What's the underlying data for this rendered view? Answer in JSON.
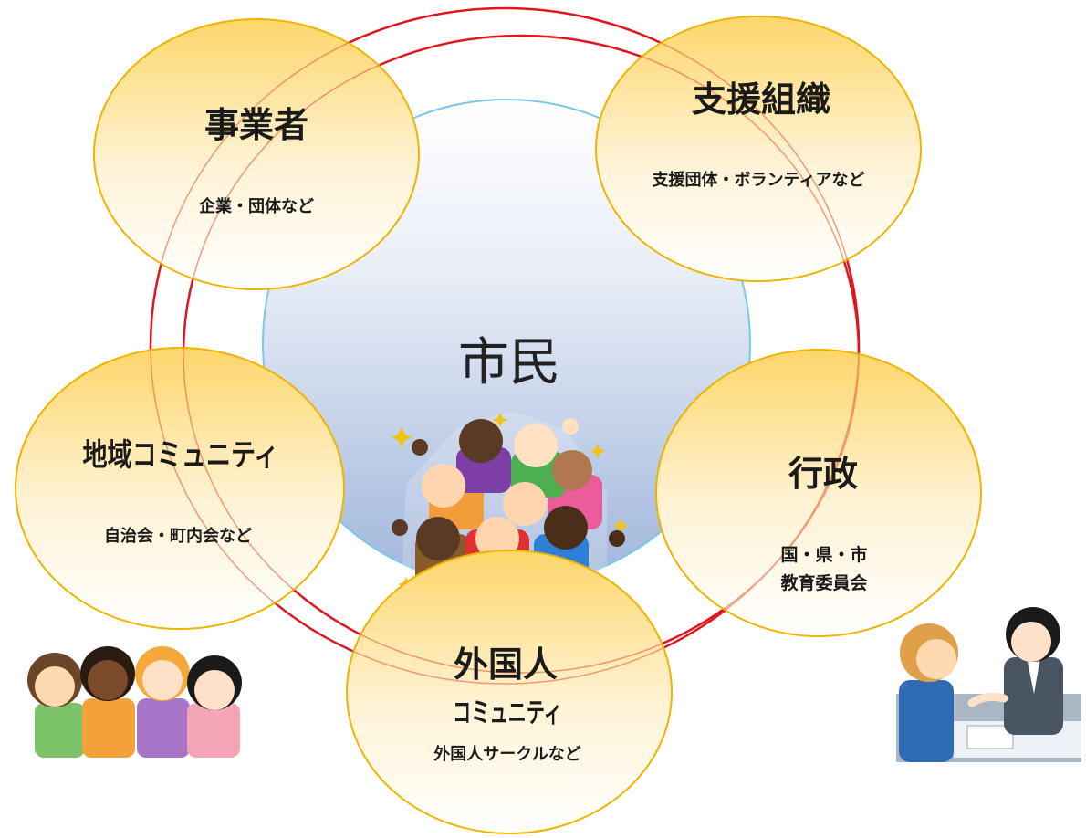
{
  "center": {
    "label": "市民"
  },
  "nodes": {
    "business": {
      "title": "事業者",
      "subtitle": "企業・団体など"
    },
    "support": {
      "title": "支援組織",
      "subtitle": "支援団体・ボランティアなど"
    },
    "community": {
      "title": "地域コミュニティ",
      "subtitle": "自治会・町内会など"
    },
    "government": {
      "title": "行政",
      "subtitle_line1": "国・県・市",
      "subtitle_line2": "教育委員会"
    },
    "foreign": {
      "title_line1": "外国人",
      "title_line2": "コミュニティ",
      "subtitle": "外国人サークルなど"
    }
  },
  "colors": {
    "ring": "#e0161e",
    "node_border": "#f0b400",
    "node_fill_top": "#fdd66a",
    "node_fill_bottom": "#ffffff",
    "center_border": "#79c7ea",
    "center_fill_top": "#ffffff",
    "center_fill_bottom": "#9fb5db"
  }
}
